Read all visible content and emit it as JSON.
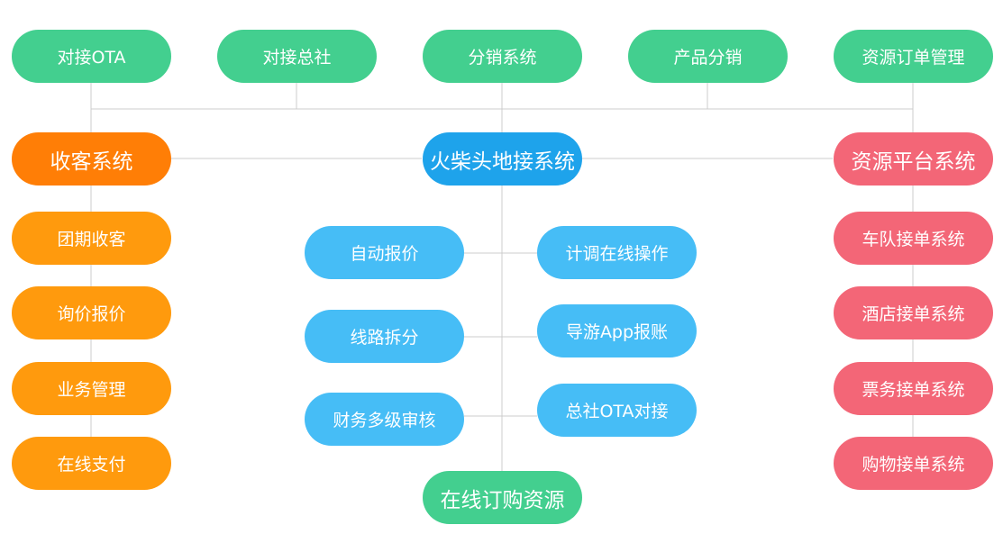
{
  "colors": {
    "green": "#43cf8f",
    "orange": "#ff9a0d",
    "orange_main": "#ff7e06",
    "blue": "#46bdf6",
    "blue_main": "#1ea3eb",
    "pink": "#f36677",
    "connector": "#cccccc"
  },
  "top_nodes": [
    "对接OTA",
    "对接总社",
    "分销系统",
    "产品分销",
    "资源订单管理"
  ],
  "main_nodes": {
    "left": "收客系统",
    "center": "火柴头地接系统",
    "right": "资源平台系统"
  },
  "left_items": [
    "团期收客",
    "询价报价",
    "业务管理",
    "在线支付"
  ],
  "center_left_items": [
    "自动报价",
    "线路拆分",
    "财务多级审核"
  ],
  "center_right_items": [
    "计调在线操作",
    "导游App报账",
    "总社OTA对接"
  ],
  "right_items": [
    "车队接单系统",
    "酒店接单系统",
    "票务接单系统",
    "购物接单系统"
  ],
  "bottom_node": "在线订购资源"
}
